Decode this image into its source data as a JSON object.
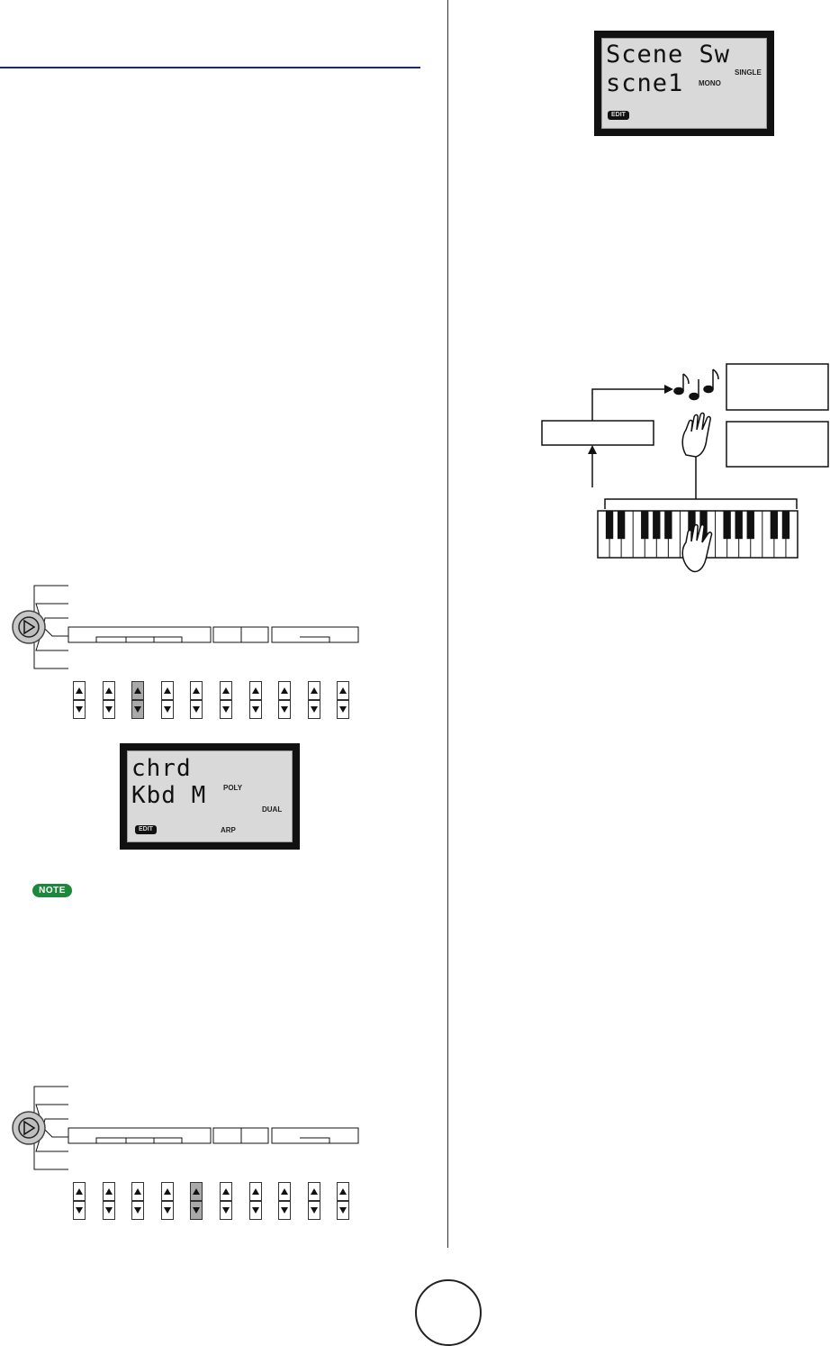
{
  "lcd_top": {
    "line1": "Scene Sw",
    "line2": "scne1",
    "indicator_mono": "MONO",
    "indicator_single": "SINGLE",
    "edit_tag": "EDIT"
  },
  "lcd_bottom": {
    "line1": "chrd",
    "line2": "Kbd M",
    "indicator_poly": "POLY",
    "indicator_dual": "DUAL",
    "indicator_arp": "ARP",
    "edit_tag": "EDIT"
  },
  "note_label": "NOTE",
  "strip1": {
    "active_slider_index": 3,
    "slider_count": 10
  },
  "strip2": {
    "active_slider_index": 5,
    "slider_count": 10
  },
  "colors": {
    "header_rule": "#1d2a6b",
    "note_badge": "#1a8a3a",
    "active_slider": "#a9a9a9"
  },
  "icons": [
    "music-notes-icon",
    "hand-icon",
    "keyboard-icon",
    "knob-icon"
  ]
}
